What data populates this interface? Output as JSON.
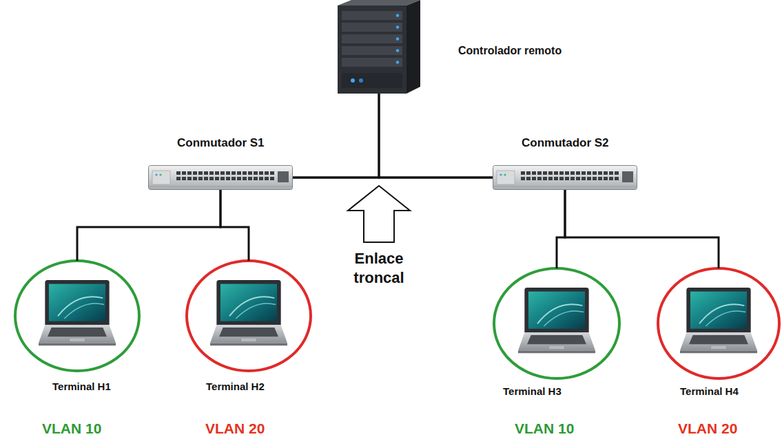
{
  "diagram": {
    "nodes": [
      {
        "text": [
          "Controlador remoto"
        ]
      },
      {
        "text": [
          "Conmutador S1"
        ]
      },
      {
        "text": [
          "Conmutador S2"
        ]
      },
      {
        "text": [
          "Terminal H1",
          "VLAN 10"
        ]
      },
      {
        "text": [
          "Terminal H2",
          "VLAN 20"
        ]
      },
      {
        "text": [
          "Terminal H3",
          "VLAN 10"
        ]
      },
      {
        "text": [
          "Terminal H4",
          "VLAN 20"
        ]
      }
    ],
    "edges": [
      {
        "from": 1,
        "to": 2,
        "arrow": "none"
      },
      {
        "from": 0,
        "to": 1,
        "arrow": "none"
      },
      {
        "from": 0,
        "to": 2,
        "arrow": "none"
      },
      {
        "from": 1,
        "to": 3,
        "arrow": "none"
      },
      {
        "from": 1,
        "to": 4,
        "arrow": "none"
      },
      {
        "from": 2,
        "to": 5,
        "arrow": "none"
      },
      {
        "from": 2,
        "to": 6,
        "arrow": "none"
      }
    ],
    "labels": [
      "Enlace troncal"
    ]
  }
}
